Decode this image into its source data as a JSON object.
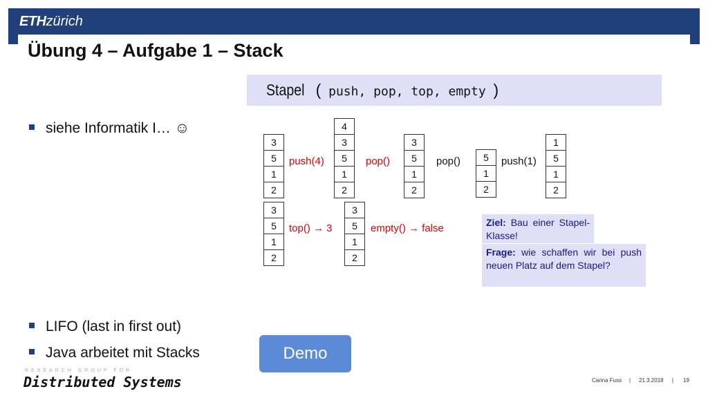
{
  "header": {
    "logo_bold": "ETH",
    "logo_italic": "zürich"
  },
  "slide": {
    "title": "Übung 4 – Aufgabe 1 – Stack",
    "bullets": [
      "siehe Informatik I… ☺",
      "LIFO (last in first out)",
      "Java arbeitet mit Stacks"
    ]
  },
  "stapel": {
    "name": "Stapel",
    "open": "(",
    "signature": " push, pop, top, empty ",
    "close": ")"
  },
  "diagram": {
    "row1": {
      "stack_a": [
        "3",
        "5",
        "1",
        "2"
      ],
      "op_push4": "push(4)",
      "stack_b": [
        "4",
        "3",
        "5",
        "1",
        "2"
      ],
      "op_pop1": "pop()",
      "stack_c": [
        "3",
        "5",
        "1",
        "2"
      ],
      "op_pop2": "pop()",
      "stack_d": [
        "5",
        "1",
        "2"
      ],
      "op_push1": "push(1)",
      "stack_e": [
        "1",
        "5",
        "1",
        "2"
      ]
    },
    "row2": {
      "stack_f": [
        "3",
        "5",
        "1",
        "2"
      ],
      "op_top": "top() → 3",
      "stack_g": [
        "3",
        "5",
        "1",
        "2"
      ],
      "op_empty": "empty() → false"
    }
  },
  "notes": {
    "ziel_label": "Ziel:",
    "ziel_text": "Bau einer Stapel-Klasse!",
    "frage_label": "Frage:",
    "frage_text": "wie schaffen wir bei push neuen Platz auf dem Stapel?"
  },
  "demo_button": "Demo",
  "footer": {
    "research": "RESEARCH GROUP FOR",
    "group": "Distributed Systems",
    "author": "Carina Fuss",
    "sep1": "|",
    "date": "21.3.2018",
    "sep2": "|",
    "page": "19"
  },
  "colors": {
    "eth_blue": "#1f407a",
    "highlight": "#dfe0f6",
    "demo_button": "#5b8ad6",
    "operation_red": "#e00000"
  }
}
